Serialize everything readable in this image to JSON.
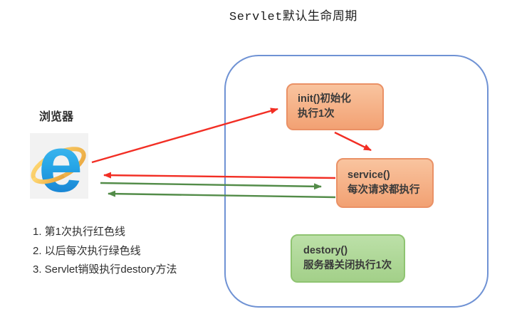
{
  "title": "Servlet默认生命周期",
  "browser": {
    "label": "浏览器",
    "icon": "ie-browser-icon",
    "logo_letter": "e"
  },
  "lifecycle": {
    "container": "servlet-container",
    "boxes": [
      {
        "id": "init",
        "line1": "init()初始化",
        "line2": "执行1次",
        "color": "orange"
      },
      {
        "id": "service",
        "line1": "service()",
        "line2": "每次请求都执行",
        "color": "orange"
      },
      {
        "id": "destory",
        "line1": "destory()",
        "line2": "服务器关闭执行1次",
        "color": "green"
      }
    ]
  },
  "arrows": [
    {
      "name": "browser-to-init",
      "color": "red"
    },
    {
      "name": "init-to-service",
      "color": "red"
    },
    {
      "name": "service-to-browser",
      "color": "red"
    },
    {
      "name": "browser-to-service-request",
      "color": "green"
    },
    {
      "name": "service-to-browser-response",
      "color": "green"
    }
  ],
  "legend": {
    "items": [
      "1. 第1次执行红色线",
      "2. 以后每次执行绿色线",
      "3. Servlet销毁执行destory方法"
    ]
  },
  "colors": {
    "red_arrow": "#F22E24",
    "green_arrow": "#538C49",
    "container_border": "#6F92D4",
    "orange_fill_top": "#F9C49F",
    "orange_fill_bottom": "#F2A173",
    "orange_border": "#EA9166",
    "green_fill_top": "#BCE0A8",
    "green_fill_bottom": "#A3D089",
    "green_border": "#8FC471"
  }
}
